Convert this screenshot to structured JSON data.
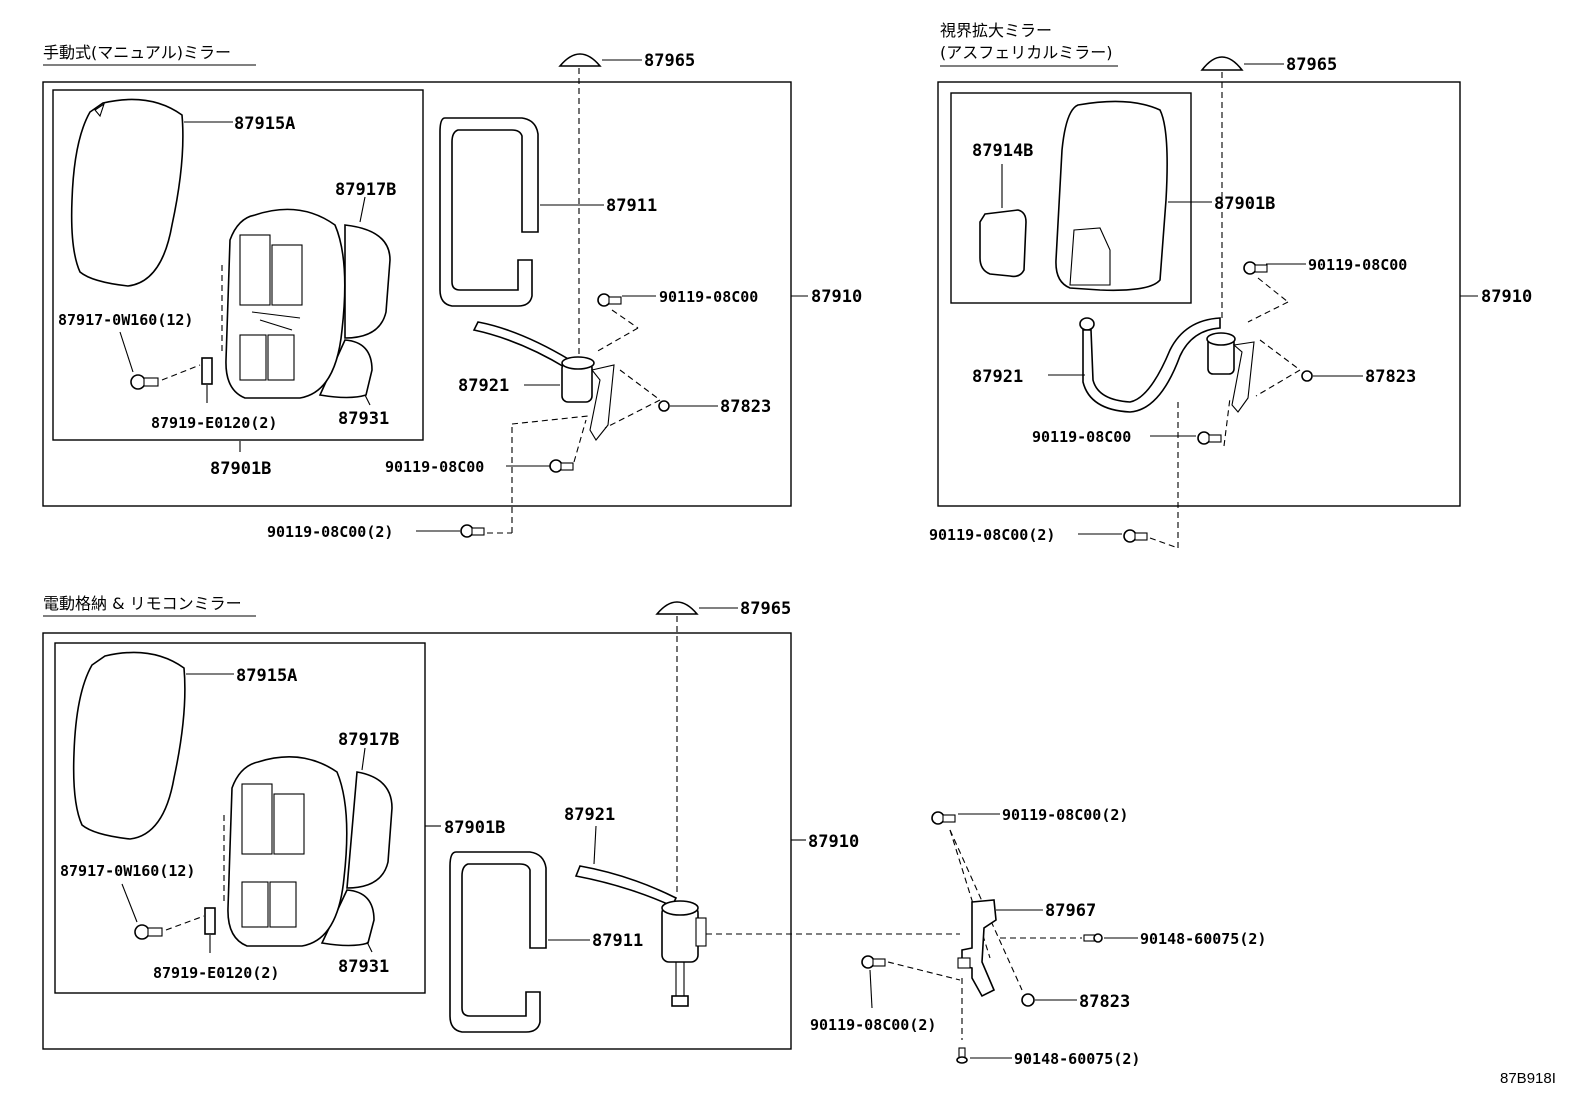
{
  "sections": {
    "manual": {
      "title": "手動式(マニュアル)ミラー"
    },
    "aspherical": {
      "title_line1": "視界拡大ミラー",
      "title_line2": "(アスフェリカルミラー)"
    },
    "electric": {
      "title": "電動格納 & リモコンミラー"
    }
  },
  "labels": {
    "manual": {
      "cap": "87965",
      "mirror_glass": "87915A",
      "cover": "87917B",
      "frame": "87911",
      "screw_set": "87917-0W160(12)",
      "clip": "87919-E0120(2)",
      "lower_cover": "87931",
      "housing": "87901B",
      "assembly": "87910",
      "stay": "87921",
      "washer": "87823",
      "bolt_a": "90119-08C00",
      "bolt_b": "90119-08C00",
      "bolt_c": "90119-08C00(2)"
    },
    "aspherical": {
      "cap": "87965",
      "mirror": "87914B",
      "housing": "87901B",
      "bolt_a": "90119-08C00",
      "assembly": "87910",
      "stay": "87921",
      "washer": "87823",
      "bolt_b": "90119-08C00",
      "bolt_c": "90119-08C00(2)"
    },
    "electric": {
      "cap": "87965",
      "mirror_glass": "87915A",
      "cover": "87917B",
      "housing": "87901B",
      "screw_set": "87917-0W160(12)",
      "clip": "87919-E0120(2)",
      "lower_cover": "87931",
      "stay": "87921",
      "frame": "87911",
      "assembly": "87910",
      "bolt_a": "90119-08C00(2)",
      "bracket": "87967",
      "pin_a": "90148-60075(2)",
      "washer": "87823",
      "bolt_b": "90119-08C00(2)",
      "pin_b": "90148-60075(2)"
    }
  },
  "diagram_code": "87B918I"
}
